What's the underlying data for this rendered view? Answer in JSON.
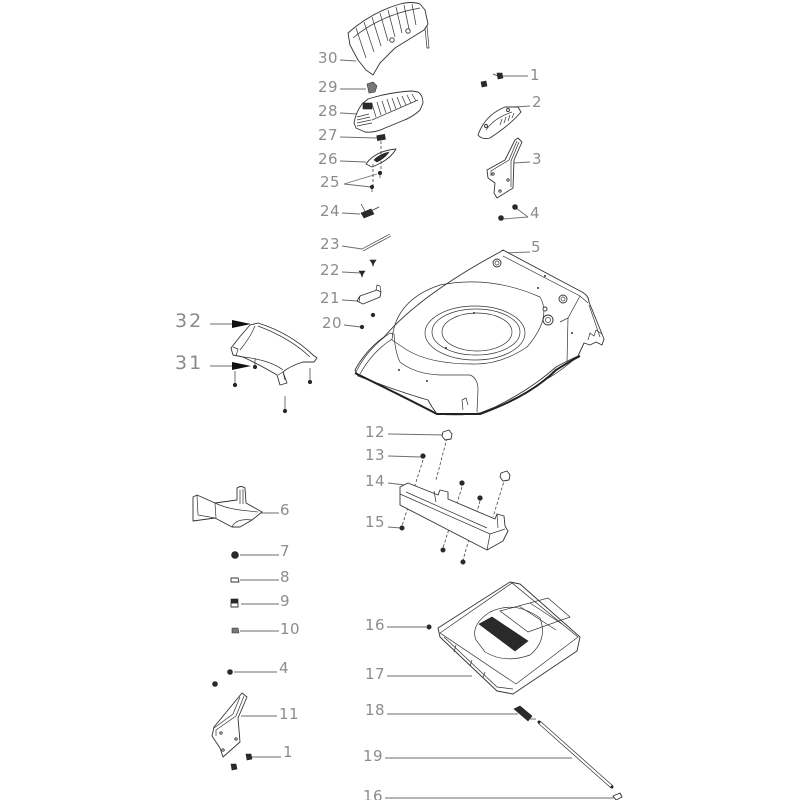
{
  "diagram": {
    "colors": {
      "background": "#ffffff",
      "line": "#333333",
      "label": "#8c8c8c",
      "arrow": "#111111"
    },
    "callouts": [
      {
        "label": "30"
      },
      {
        "label": "29"
      },
      {
        "label": "28"
      },
      {
        "label": "27"
      },
      {
        "label": "26"
      },
      {
        "label": "25"
      },
      {
        "label": "24"
      },
      {
        "label": "23"
      },
      {
        "label": "22"
      },
      {
        "label": "21"
      },
      {
        "label": "20"
      },
      {
        "label": "32"
      },
      {
        "label": "31"
      },
      {
        "label": "1"
      },
      {
        "label": "2"
      },
      {
        "label": "3"
      },
      {
        "label": "4"
      },
      {
        "label": "5"
      },
      {
        "label": "12"
      },
      {
        "label": "13"
      },
      {
        "label": "14"
      },
      {
        "label": "15"
      },
      {
        "label": "6"
      },
      {
        "label": "7"
      },
      {
        "label": "8"
      },
      {
        "label": "9"
      },
      {
        "label": "10"
      },
      {
        "label": "4"
      },
      {
        "label": "11"
      },
      {
        "label": "1"
      },
      {
        "label": "16"
      },
      {
        "label": "17"
      },
      {
        "label": "18"
      },
      {
        "label": "19"
      },
      {
        "label": "16"
      }
    ]
  }
}
